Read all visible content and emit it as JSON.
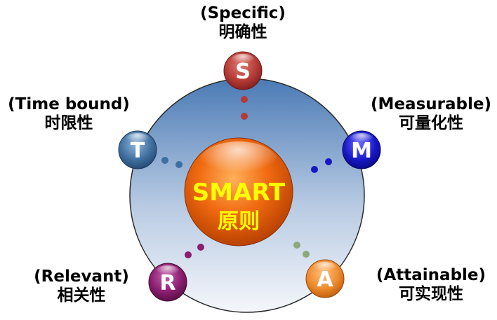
{
  "center": {
    "title": "SMART",
    "subtitle": "原则"
  },
  "nodes": [
    {
      "id": "s",
      "letter": "S",
      "en": "(Specific)",
      "zh": "明确性",
      "color": "#b53a36"
    },
    {
      "id": "m",
      "letter": "M",
      "en": "(Measurable)",
      "zh": "可量化性",
      "color": "#1717c8"
    },
    {
      "id": "a",
      "letter": "A",
      "en": "(Attainable)",
      "zh": "可实现性",
      "color": "#ee8a2c"
    },
    {
      "id": "r",
      "letter": "R",
      "en": "(Relevant)",
      "zh": "相关性",
      "color": "#8a1d6e"
    },
    {
      "id": "t",
      "letter": "T",
      "en": "(Time bound)",
      "zh": "时限性",
      "color": "#3f6f9f"
    }
  ],
  "colors": {
    "outer_circle_top": "#4f7fb8",
    "outer_circle_bottom": "#eef2f8",
    "center_orange": "#e8600c",
    "center_text": "#ffff00"
  }
}
